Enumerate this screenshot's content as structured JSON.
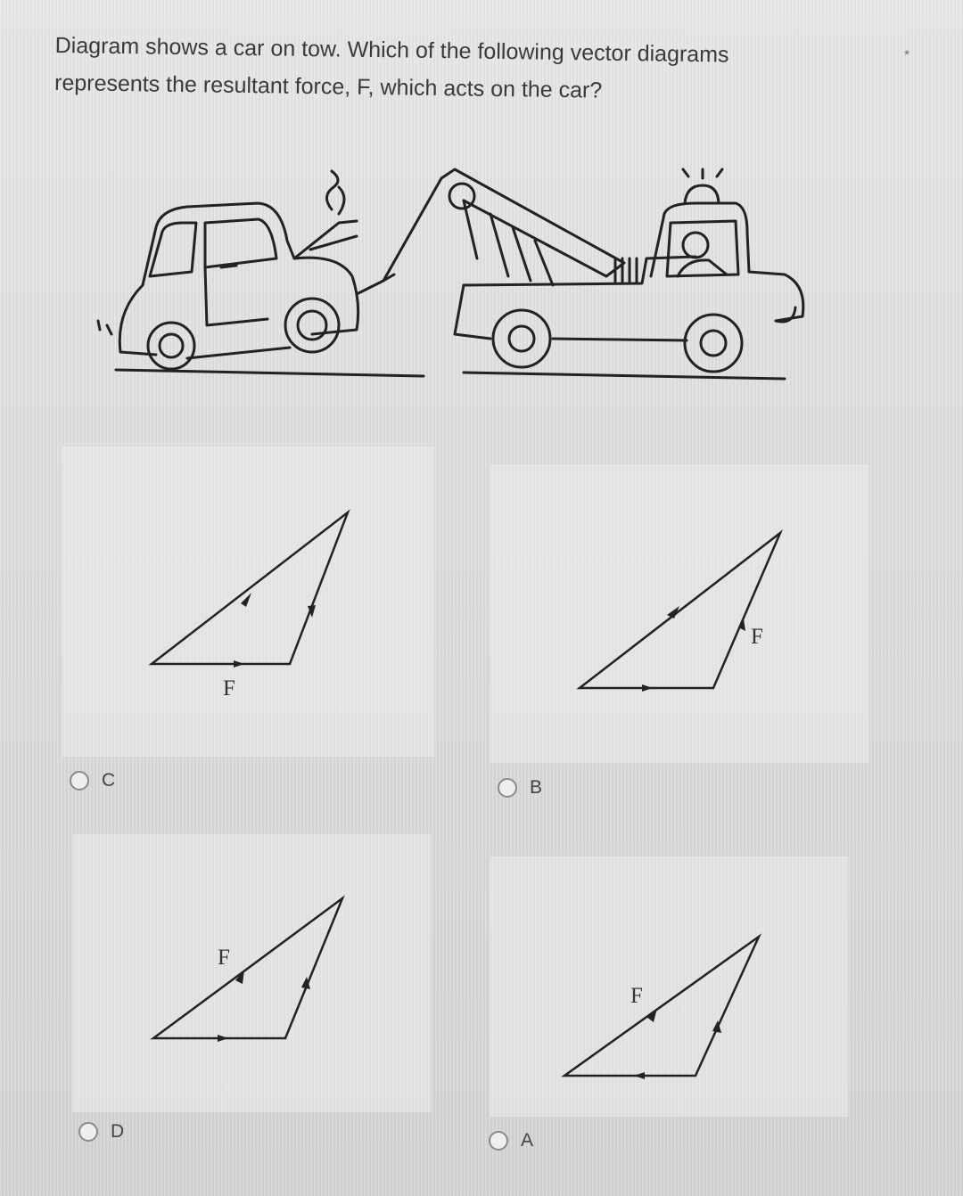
{
  "question": {
    "line1": "Diagram shows a car on tow. Which of the following vector diagrams",
    "line2": "represents the resultant force, F, which acts on the car?",
    "required_mark": "*"
  },
  "scene": {
    "icon": "tow-truck-illustration"
  },
  "diagrams": {
    "top_left": {
      "force_label": "F"
    },
    "top_right": {
      "force_label": "F"
    },
    "bottom_left": {
      "force_label": "F"
    },
    "bottom_right": {
      "force_label": "F"
    }
  },
  "options": {
    "c": "C",
    "b": "B",
    "d": "D",
    "a": "A"
  }
}
